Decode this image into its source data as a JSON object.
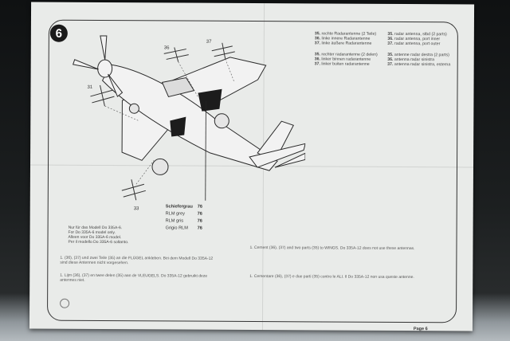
{
  "step": {
    "number": "6"
  },
  "callouts": {
    "a": "36",
    "b": "37",
    "c": "31",
    "d": "33"
  },
  "legend": {
    "de": [
      {
        "num": "35.",
        "text": "rechte Radarantenne (2 Teile)"
      },
      {
        "num": "36.",
        "text": "linke innere Radarantenne"
      },
      {
        "num": "37.",
        "text": "linke äußere Radarantenne"
      }
    ],
    "en": [
      {
        "num": "35.",
        "text": "radar antenna, stbd (2 parts)"
      },
      {
        "num": "36.",
        "text": "radar antenna, port inner"
      },
      {
        "num": "37.",
        "text": "radar antenna, port outer"
      }
    ],
    "fr": [
      {
        "num": "35.",
        "text": "rechter radarantenne (2 delen)"
      },
      {
        "num": "36.",
        "text": "linker binnen radarantenne"
      },
      {
        "num": "37.",
        "text": "linker buiten radarantenne"
      }
    ],
    "it": [
      {
        "num": "35.",
        "text": "antenne radar destra (2 parts)"
      },
      {
        "num": "36.",
        "text": "antenna radar sinistra"
      },
      {
        "num": "37.",
        "text": "antenna radar sinistra, esterna"
      }
    ]
  },
  "paint": {
    "title": "Schiefergrau",
    "title_code": "76",
    "rows": [
      {
        "name": "RLM grey",
        "code": "76"
      },
      {
        "name": "RLM gris",
        "code": "76"
      },
      {
        "name": "Grigio RLM",
        "code": "76"
      }
    ]
  },
  "note": {
    "lines": [
      "Nur für das Modell Do 335A-6.",
      "For Do 335A-6 model only.",
      "Alleen voor Do 335A-6 model.",
      "Per il modello Do 335A-6 soltanto."
    ]
  },
  "instructions": {
    "left_1": "1. (36), (37) und zwei Teile (35) an die FLÜGEL ankleben. Bei dem Modell Do 335A-12 sind diese Antennen nicht vorgesehen.",
    "left_2": "1. Lijm (36), (37) en twee delen (35) aan de VLEUGELS. Do 335A-12 gebruikt deze antennes niet.",
    "right_1": "1. Cement (36), (37) and two parts (35) to WINGS. Do 335A-12 does not use these antennas.",
    "right_2": "1. Cementare (36), (37) e due parti (35) contro le ALI. Il Do 335A-12 non usa queste antenne."
  },
  "footer": {
    "page": "Page 6"
  }
}
